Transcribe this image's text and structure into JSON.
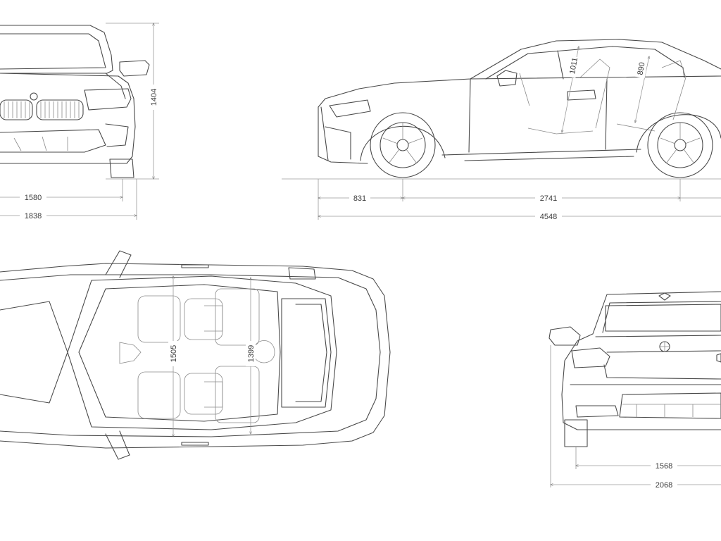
{
  "views": {
    "front": {
      "track_width": "1580",
      "overall_width": "1838",
      "height": "1404"
    },
    "side": {
      "front_overhang": "831",
      "wheelbase": "2741",
      "overall_length": "4548",
      "front_headroom": "1011",
      "rear_headroom": "890"
    },
    "top": {
      "front_shoulder_width": "1505",
      "rear_shoulder_width": "1399"
    },
    "rear": {
      "track_width": "1568",
      "width_with_mirrors": "2068"
    }
  },
  "colors": {
    "line": "#4a4a4a",
    "dimension": "#9a9a9a",
    "background": "#ffffff"
  }
}
